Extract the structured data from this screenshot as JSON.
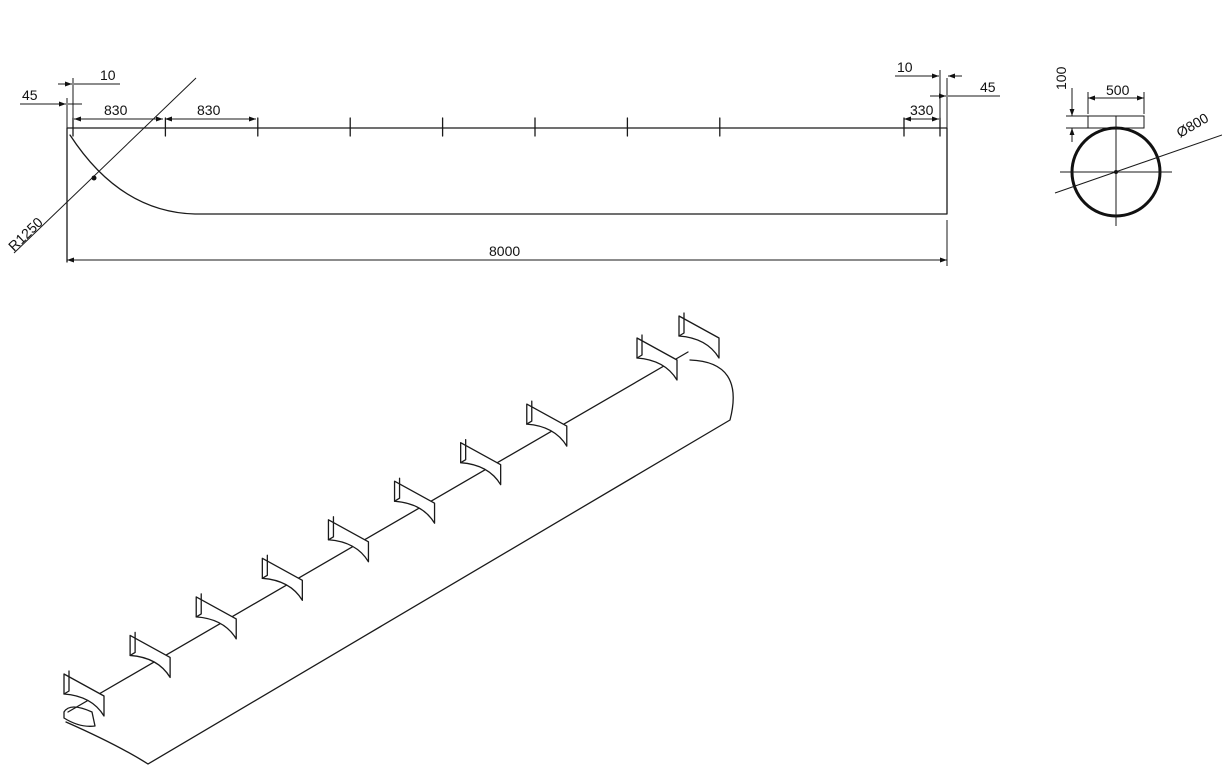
{
  "side_view": {
    "dims": {
      "d10_left": "10",
      "d45_left": "45",
      "d830_first": "830",
      "d830_second": "830",
      "d10_right": "10",
      "d45_right": "45",
      "d330": "330",
      "d8000": "8000",
      "r1250": "R1250"
    },
    "rib_count": 10
  },
  "end_view": {
    "dims": {
      "d100": "100",
      "d500": "500",
      "d800": "Ø800"
    }
  },
  "isometric_view": {
    "rib_count": 10
  }
}
